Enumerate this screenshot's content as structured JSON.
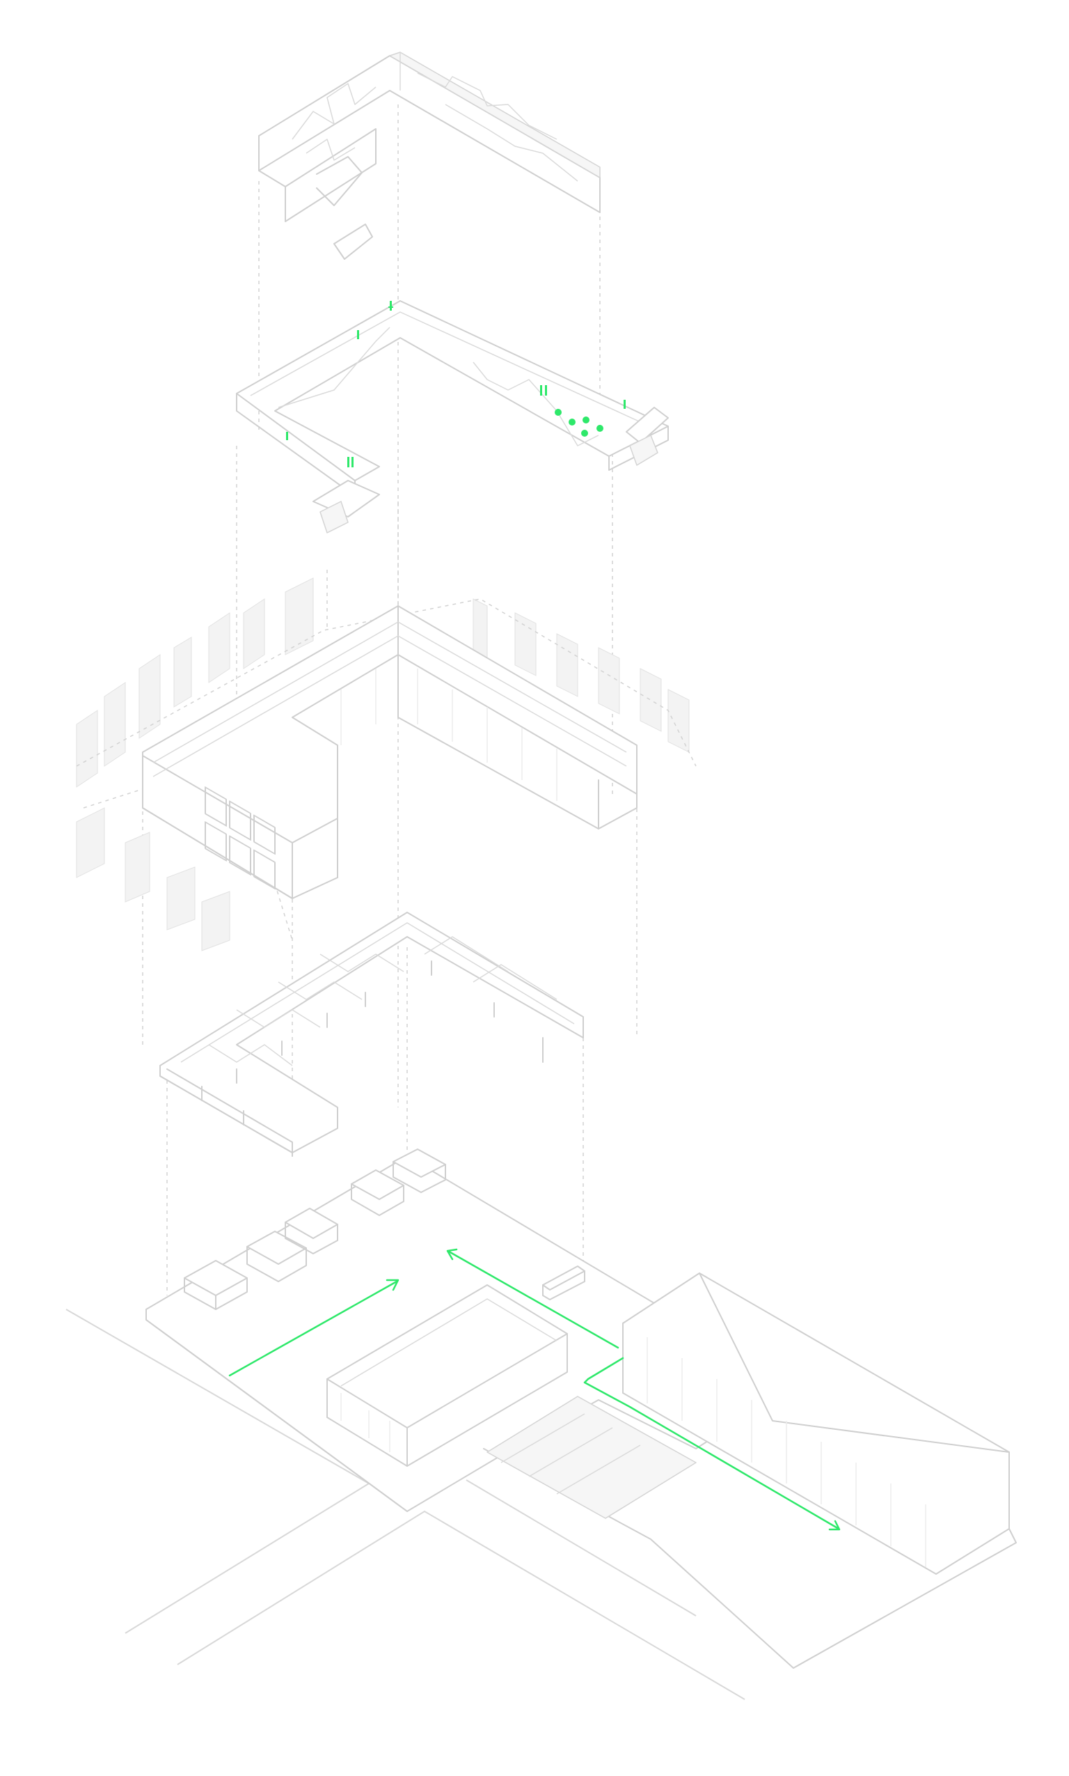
{
  "diagram": {
    "type": "exploded-axonometric",
    "layers": [
      "roof-parapet-walkway",
      "rooftop-walkway-terrace",
      "facade-envelope",
      "structural-frame",
      "ground-site-plan"
    ],
    "accent_color": "#2ee86a",
    "line_color": "#cfcfcf",
    "circulation_arrows": 3,
    "figures": 11
  }
}
